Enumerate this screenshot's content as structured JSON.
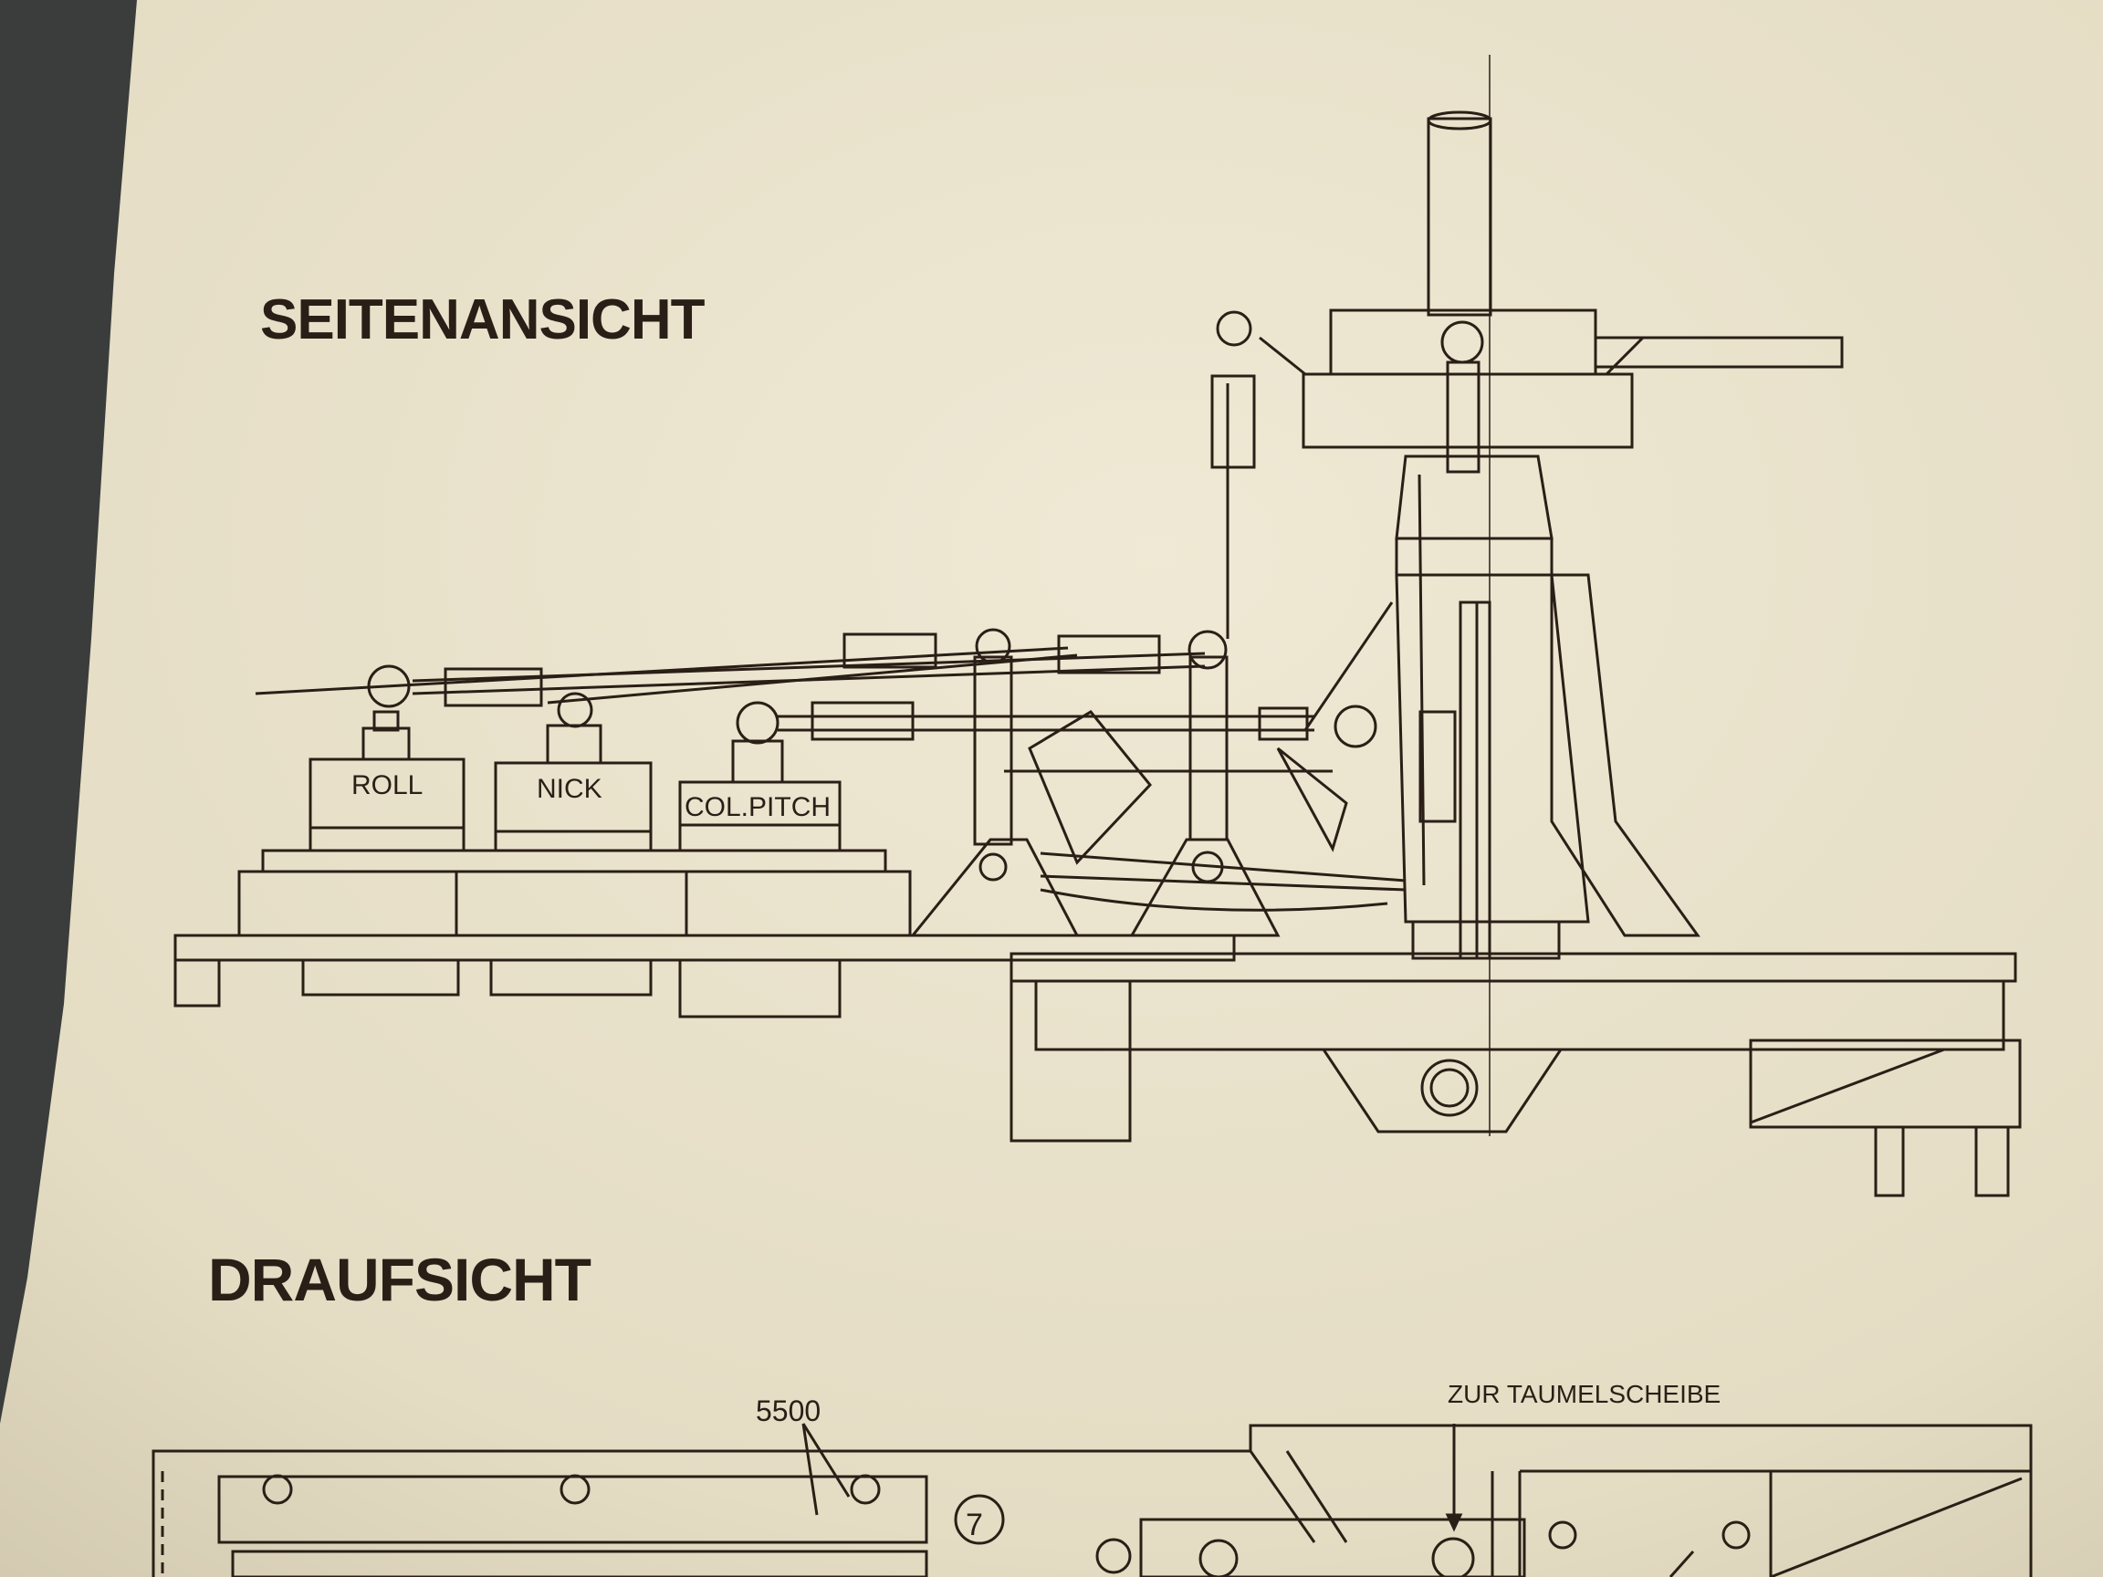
{
  "headings": {
    "side_view": "SEITENANSICHT",
    "top_view": "DRAUFSICHT"
  },
  "servo_labels": {
    "roll": "ROLL",
    "nick": "NICK",
    "col_pitch": "COL.PITCH"
  },
  "annotations": {
    "part_number": "5500",
    "callout_number": "7",
    "swashplate_note": "ZUR TAUMELSCHEIBE"
  },
  "colors": {
    "paper": "#e9e2cc",
    "ink": "#2a1f16",
    "background": "#3a3d3c"
  }
}
